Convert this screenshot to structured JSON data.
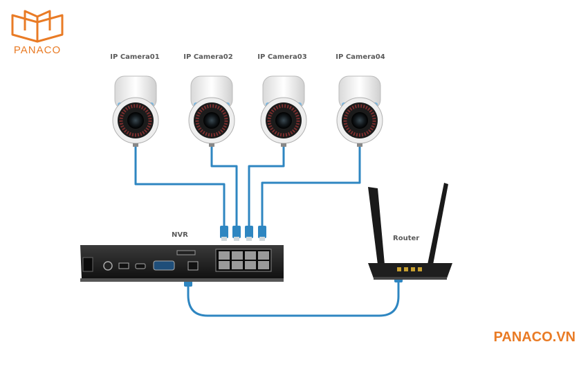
{
  "brand": {
    "logo_text": "PANACO",
    "website": "PANACO.VN",
    "color": "#e97b25",
    "logo_icon": "open-book-icon"
  },
  "cameras": [
    {
      "label": "IP Camera01"
    },
    {
      "label": "IP Camera02"
    },
    {
      "label": "IP Camera03"
    },
    {
      "label": "IP Camera04"
    }
  ],
  "nvr": {
    "label": "NVR"
  },
  "router": {
    "label": "Router"
  },
  "cable_color": "#2e86c1"
}
